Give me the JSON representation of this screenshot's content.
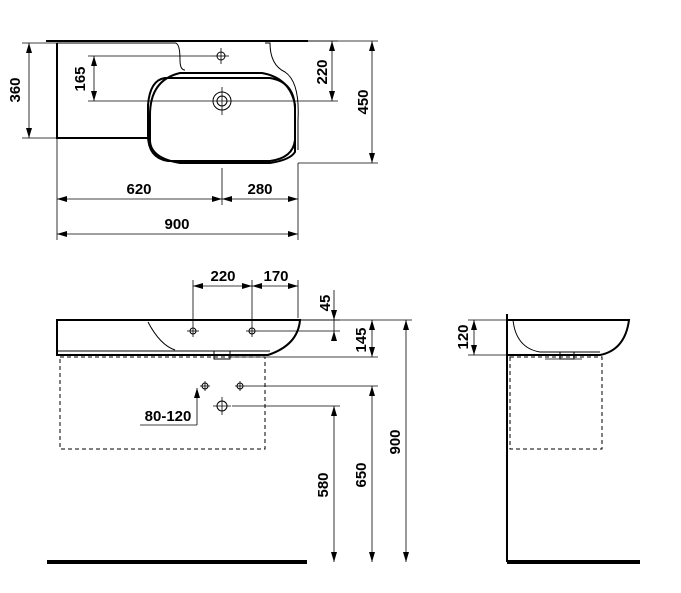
{
  "dimensions": {
    "top_view": {
      "depth_left": "360",
      "tap_hole_offset": "165",
      "bowl_offset": "220",
      "total_depth": "450",
      "left_width": "620",
      "right_width": "280",
      "total_width": "900"
    },
    "front_view": {
      "hole_spacing_left": "220",
      "hole_spacing_right": "170",
      "rim_height": "45",
      "basin_height": "145",
      "waste_range": "80-120",
      "waste_height": "580",
      "supply_height": "650",
      "mount_height": "900"
    },
    "side_view": {
      "bowl_depth": "120"
    }
  }
}
